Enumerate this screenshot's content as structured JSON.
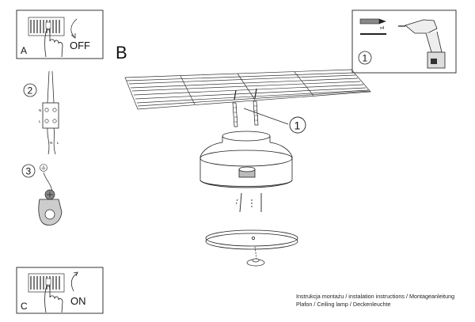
{
  "panel_a": {
    "letter": "A",
    "switch_text": "OFF"
  },
  "panel_b": {
    "letter": "B"
  },
  "panel_c": {
    "letter": "C",
    "switch_text": "ON"
  },
  "steps": {
    "wiring": "2",
    "ground": "3"
  },
  "tools_panel": {
    "marker": "1",
    "quantity": "x4"
  },
  "callout": {
    "marker": "1"
  },
  "terminal": {
    "n_left": "N",
    "l_left": "L",
    "n_right": "N",
    "l_right": "L"
  },
  "caption": {
    "line1": "Instrukcja montażu / instalation instructions / Montageanleitung",
    "line2": "Plafon / Ceiling lamp / Deckenleuchte"
  },
  "icons": [
    "switch-icon",
    "hand-icon",
    "arrow-icon",
    "anchor-icon",
    "screw-icon",
    "drill-icon",
    "ground-icon",
    "connector-icon"
  ]
}
